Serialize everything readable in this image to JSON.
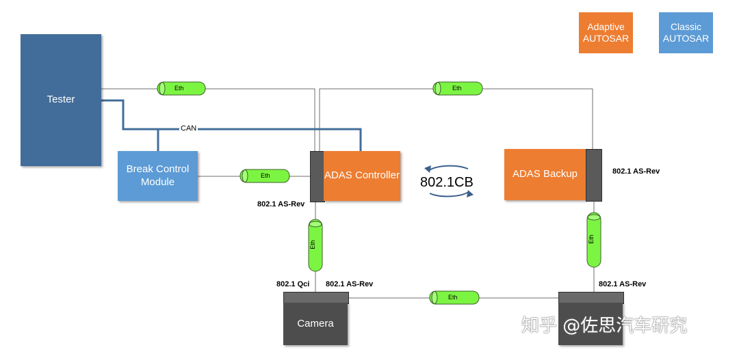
{
  "legend": {
    "adaptive": "Adaptive AUTOSAR",
    "classic": "Classic AUTOSAR"
  },
  "nodes": {
    "tester": "Tester",
    "break_control": "Break Control Module",
    "adas_controller": "ADAS Controller",
    "adas_backup": "ADAS Backup",
    "camera": "Camera"
  },
  "links": {
    "eth": "Eth",
    "can": "CAN"
  },
  "labels": {
    "center": "802.1CB",
    "as_rev": "802.1 AS-Rev",
    "qci": "802.1 Qci"
  },
  "watermark": "知乎 @佐思汽车研究",
  "colors": {
    "adaptive": "#ed7d31",
    "classic": "#5c9bd5",
    "tester": "#426d9a",
    "eth_cable": "#7cf542",
    "can_line": "#426d9a"
  }
}
